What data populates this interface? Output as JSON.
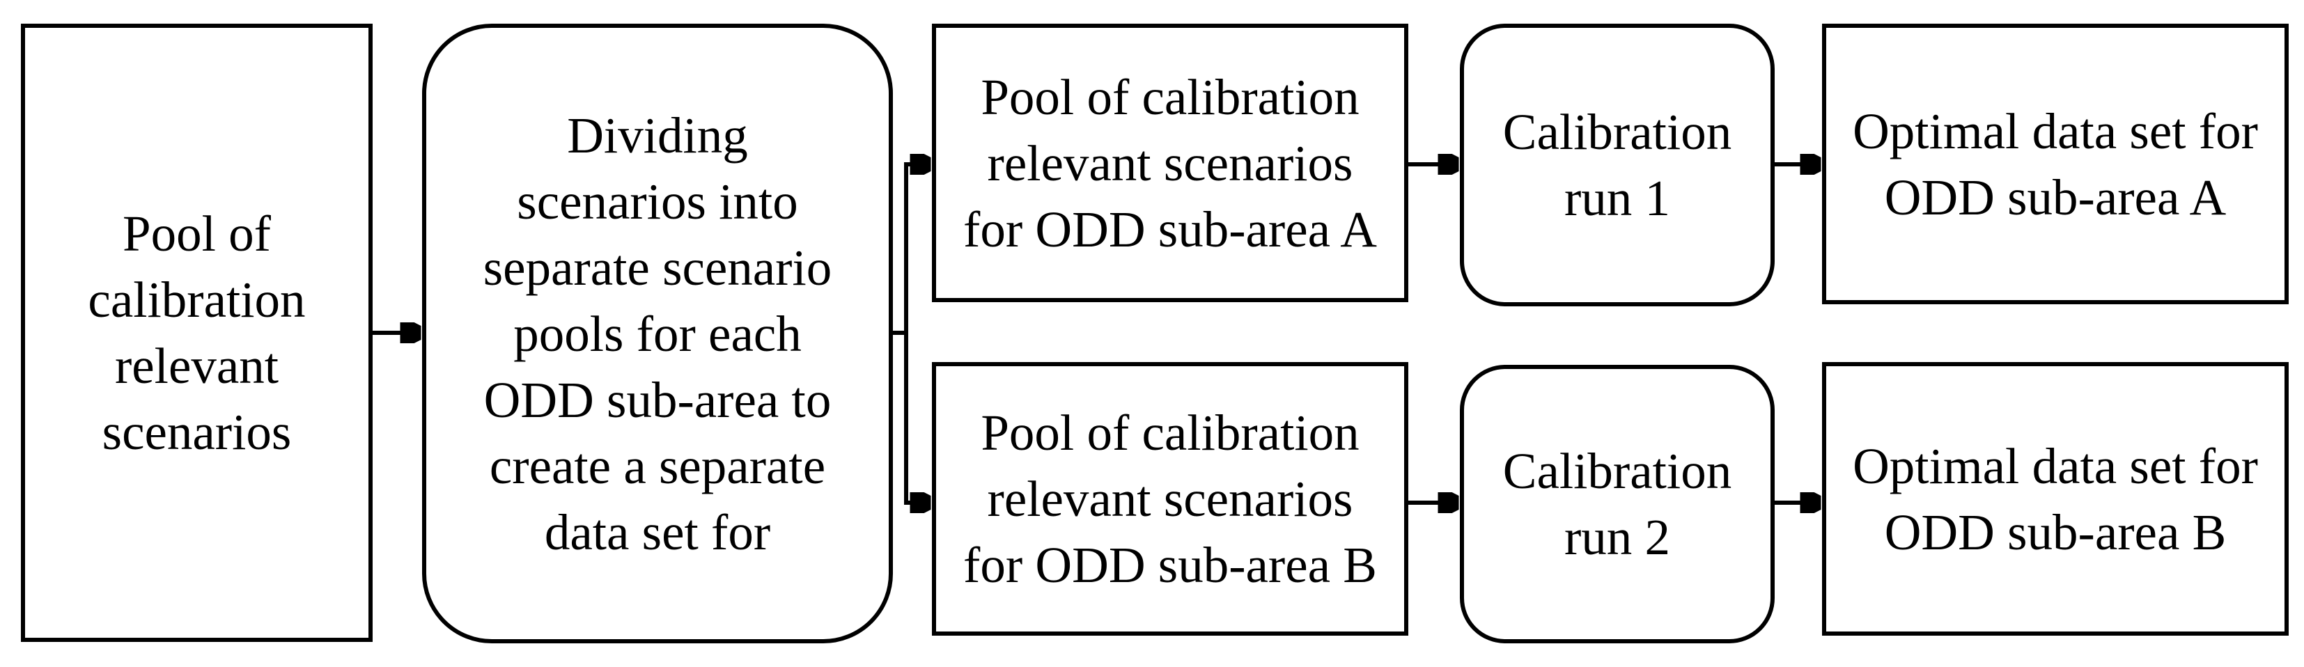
{
  "diagram": {
    "background_color": "#ffffff",
    "box_fill_color": "#ffffff",
    "line_color": "#000000",
    "nodes": [
      {
        "id": "pool-calibration-scenarios",
        "shape": "rectangle",
        "text": "Pool of\ncalibration\nrelevant\nscenarios"
      },
      {
        "id": "dividing-scenarios",
        "shape": "rounded-rectangle",
        "text": "Dividing\nscenarios into\nseparate scenario\npools for each\nODD sub-area to\ncreate a separate\ndata set for"
      },
      {
        "id": "pool-sub-area-a",
        "shape": "rectangle",
        "text": "Pool of calibration\nrelevant scenarios\nfor ODD sub-area A"
      },
      {
        "id": "calibration-run-1",
        "shape": "rounded-rectangle",
        "text": "Calibration\nrun 1"
      },
      {
        "id": "optimal-data-set-a",
        "shape": "rectangle",
        "text": "Optimal data set for\nODD sub-area A"
      },
      {
        "id": "pool-sub-area-b",
        "shape": "rectangle",
        "text": "Pool of calibration\nrelevant scenarios\nfor ODD sub-area B"
      },
      {
        "id": "calibration-run-2",
        "shape": "rounded-rectangle",
        "text": "Calibration\nrun 2"
      },
      {
        "id": "optimal-data-set-b",
        "shape": "rectangle",
        "text": "Optimal data set for\nODD sub-area B"
      }
    ],
    "edges": [
      {
        "from": "pool-calibration-scenarios",
        "to": "dividing-scenarios"
      },
      {
        "from": "dividing-scenarios",
        "to": "pool-sub-area-a"
      },
      {
        "from": "dividing-scenarios",
        "to": "pool-sub-area-b"
      },
      {
        "from": "pool-sub-area-a",
        "to": "calibration-run-1"
      },
      {
        "from": "calibration-run-1",
        "to": "optimal-data-set-a"
      },
      {
        "from": "pool-sub-area-b",
        "to": "calibration-run-2"
      },
      {
        "from": "calibration-run-2",
        "to": "optimal-data-set-b"
      }
    ]
  }
}
